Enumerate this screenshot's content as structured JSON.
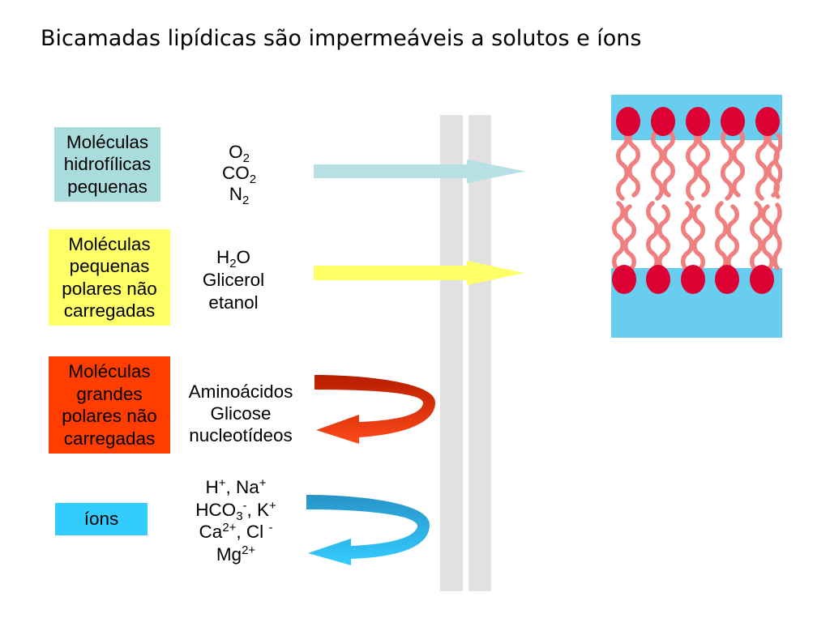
{
  "title": "Bicamadas lipídicas são impermeáveis a solutos e íons",
  "colors": {
    "membrane": "#e1e1e1",
    "water": "#69cdef",
    "lipid_head": "#dd0033",
    "lipid_tail": "#f08080"
  },
  "rows": [
    {
      "label": "Moléculas\nhidrofílicas\npequenas",
      "box_color": "#aadcde",
      "molecules": [
        [
          {
            "text": "O"
          },
          {
            "sub": "2"
          }
        ],
        [
          {
            "text": "CO"
          },
          {
            "sub": "2"
          }
        ],
        [
          {
            "text": "N"
          },
          {
            "sub": "2"
          }
        ]
      ],
      "arrow_icon": "straight-arrow-icon",
      "arrow_colors": [
        "#b7e0e4"
      ]
    },
    {
      "label": "Moléculas\npequenas\npolares não\ncarregadas",
      "box_color": "#ffff66",
      "molecules": [
        [
          {
            "text": "H"
          },
          {
            "sub": "2"
          },
          {
            "text": "O"
          }
        ],
        [
          {
            "text": "Glicerol"
          }
        ],
        [
          {
            "text": "etanol"
          }
        ]
      ],
      "arrow_icon": "straight-arrow-icon",
      "arrow_colors": [
        "#ffff66"
      ]
    },
    {
      "label": "Moléculas\ngrandes\npolares não\ncarregadas",
      "box_color": "#ff3d00",
      "molecules": [
        [
          {
            "text": "Aminoácidos"
          }
        ],
        [
          {
            "text": "Glicose"
          }
        ],
        [
          {
            "text": "nucleotídeos"
          }
        ]
      ],
      "arrow_icon": "u-turn-arrow-icon",
      "arrow_colors": [
        "#b81c00",
        "#ff4a1a"
      ]
    },
    {
      "label": "íons",
      "box_color": "#33ccff",
      "molecules": [
        [
          {
            "text": "H"
          },
          {
            "sup": "+"
          },
          {
            "text": ", Na"
          },
          {
            "sup": "+"
          }
        ],
        [
          {
            "text": "HCO"
          },
          {
            "sub": "3"
          },
          {
            "sup": "-"
          },
          {
            "text": ", K"
          },
          {
            "sup": "+"
          }
        ],
        [
          {
            "text": "Ca"
          },
          {
            "sup": "2+"
          },
          {
            "text": ", Cl "
          },
          {
            "sup": "-"
          }
        ],
        [
          {
            "text": "Mg"
          },
          {
            "sup": "2+"
          }
        ]
      ],
      "arrow_icon": "u-turn-arrow-icon",
      "arrow_colors": [
        "#2894c8",
        "#33ccff"
      ]
    }
  ]
}
